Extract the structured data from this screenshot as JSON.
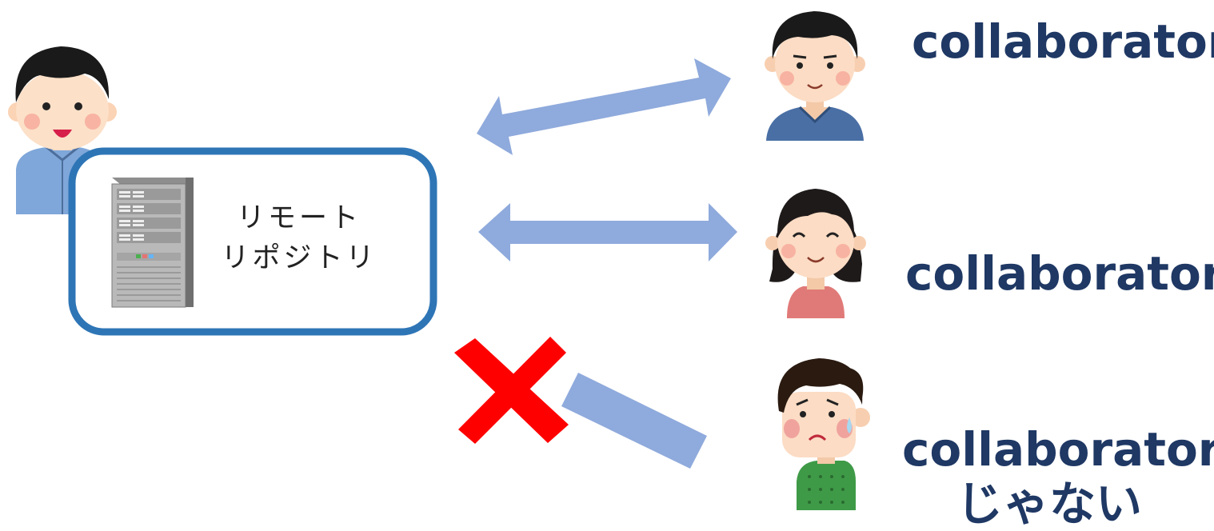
{
  "colors": {
    "repo_border": "#2e75b6",
    "arrow": "#8faadc",
    "cross": "#ff0000",
    "label_text": "#1f3864",
    "owner_shirt": "#7fa7d9",
    "collab1_shirt": "#4a6fa5",
    "collab2_shirt": "#e07a78",
    "noncollab_shirt": "#3f9a47"
  },
  "repository": {
    "line1": "リモート",
    "line2": "リポジトリ",
    "icon": "server-icon"
  },
  "people": {
    "owner": {
      "icon": "person-boy-icon"
    },
    "collaborator_man": {
      "icon": "person-man-icon",
      "label": "collaborator"
    },
    "collaborator_woman": {
      "icon": "person-woman-icon",
      "label": "collaborator"
    },
    "non_collaborator": {
      "icon": "person-worried-icon",
      "label_line1": "collaborator",
      "label_line2": "じゃない"
    }
  },
  "links": [
    {
      "to": "collaborator_man",
      "icon": "double-arrow-icon",
      "allowed": true
    },
    {
      "to": "collaborator_woman",
      "icon": "double-arrow-icon",
      "allowed": true
    },
    {
      "to": "non_collaborator",
      "icon": "blocked-bar-icon",
      "allowed": false,
      "mark": "cross-icon"
    }
  ]
}
